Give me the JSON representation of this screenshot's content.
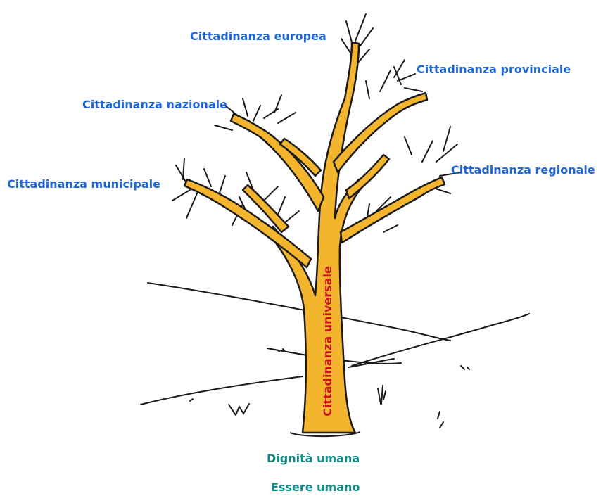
{
  "diagram": {
    "trunk_label": "Cittadinanza universale",
    "branch_labels": {
      "europea": "Cittadinanza europea",
      "provinciale": "Cittadinanza provinciale",
      "nazionale": "Cittadinanza nazionale",
      "regionale": "Cittadinanza regionale",
      "municipale": "Cittadinanza municipale"
    },
    "root_labels": {
      "dignita": "Dignità umana",
      "essere": "Essere umano"
    }
  },
  "colors": {
    "tree_fill": "#f2b52d",
    "outline": "#1a1a1a",
    "branch_label": "#1f67d8",
    "trunk_label": "#c8141c",
    "root_label": "#128a86"
  }
}
